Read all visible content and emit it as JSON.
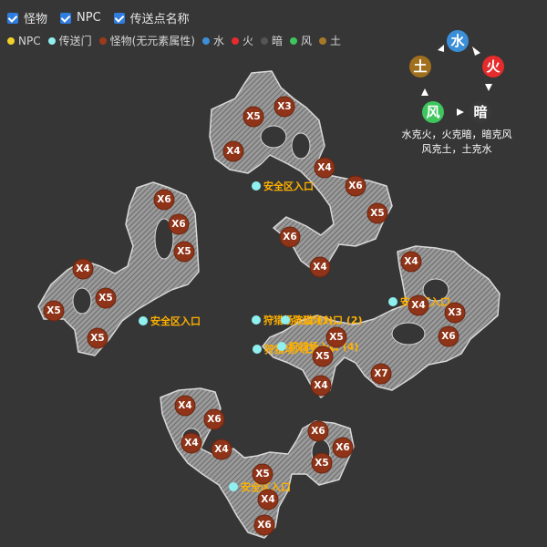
{
  "filters": [
    {
      "label": "怪物",
      "checked": true
    },
    {
      "label": "NPC",
      "checked": true
    },
    {
      "label": "传送点名称",
      "checked": true
    }
  ],
  "legend": [
    {
      "label": "NPC",
      "color": "#f2d12b"
    },
    {
      "label": "传送门",
      "color": "#8ff0ef"
    },
    {
      "label": "怪物(无元素属性)",
      "color": "#9a3b1b"
    },
    {
      "label": "水",
      "color": "#3a8fd8"
    },
    {
      "label": "火",
      "color": "#e52b2b"
    },
    {
      "label": "暗",
      "color": "#555555"
    },
    {
      "label": "风",
      "color": "#3ec55d"
    },
    {
      "label": "土",
      "color": "#a7782a"
    }
  ],
  "element_wheel": {
    "nodes": [
      {
        "label": "水",
        "color": "#3a8fd8"
      },
      {
        "label": "火",
        "color": "#e52b2b"
      },
      {
        "label": "暗",
        "color": "#3a3a3a"
      },
      {
        "label": "风",
        "color": "#3ec55d"
      },
      {
        "label": "土",
        "color": "#a0701e"
      }
    ],
    "rule_line1": "水克火，火克暗，暗克风",
    "rule_line2": "风克土，土克水"
  },
  "monsters": [
    {
      "label": "X5"
    },
    {
      "label": "X3"
    },
    {
      "label": "X4"
    },
    {
      "label": "X4"
    },
    {
      "label": "X6"
    },
    {
      "label": "X5"
    },
    {
      "label": "X6"
    },
    {
      "label": "X4"
    },
    {
      "label": "X6"
    },
    {
      "label": "X6"
    },
    {
      "label": "X5"
    },
    {
      "label": "X4"
    },
    {
      "label": "X5"
    },
    {
      "label": "X5"
    },
    {
      "label": "X5"
    },
    {
      "label": "X4"
    },
    {
      "label": "X4"
    },
    {
      "label": "X3"
    },
    {
      "label": "X6"
    },
    {
      "label": "X5"
    },
    {
      "label": "X5"
    },
    {
      "label": "X7"
    },
    {
      "label": "X4"
    },
    {
      "label": "X4"
    },
    {
      "label": "X6"
    },
    {
      "label": "X4"
    },
    {
      "label": "X4"
    },
    {
      "label": "X6"
    },
    {
      "label": "X6"
    },
    {
      "label": "X5"
    },
    {
      "label": "X5"
    },
    {
      "label": "X4"
    },
    {
      "label": "X6"
    }
  ],
  "portals": [
    {
      "label": "安全区入口"
    },
    {
      "label": "安全区入口"
    },
    {
      "label": "安全区入口"
    },
    {
      "label": "狩猎场入口 (1)"
    },
    {
      "label": "狩猎场入口 (2)"
    },
    {
      "label": "狩猎场入口 (3)"
    },
    {
      "label": "狩猎场入口 (4)"
    },
    {
      "label": "安全区入口"
    }
  ]
}
